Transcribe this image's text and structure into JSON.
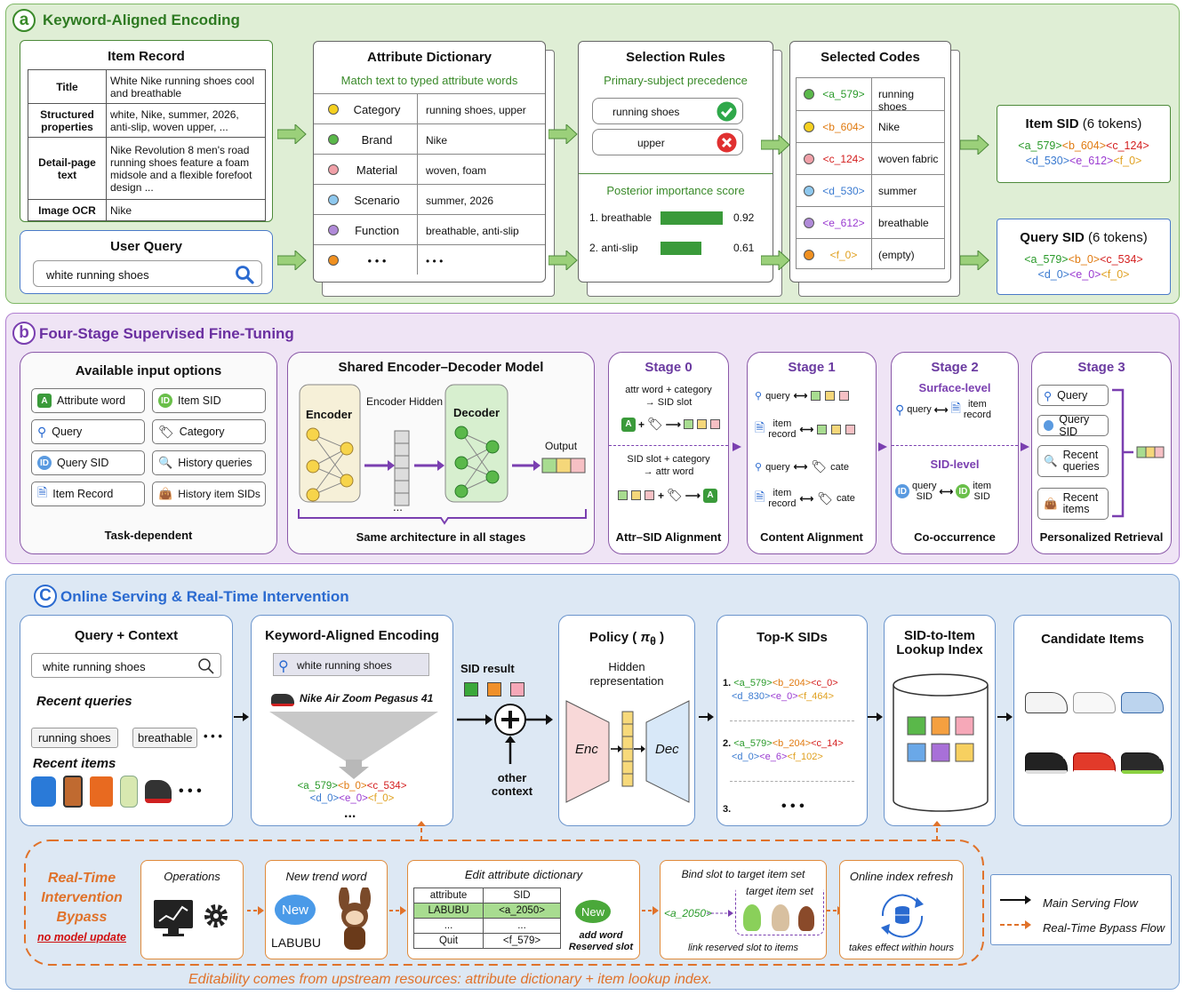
{
  "sec_a": {
    "letter": "a",
    "title": "Keyword-Aligned Encoding",
    "item_record": {
      "title": "Item Record",
      "rows": [
        {
          "k": "Title",
          "v": "White Nike running shoes cool and breathable"
        },
        {
          "k": "Structured properties",
          "v": "white, Nike, summer, 2026, anti-slip, woven upper, ..."
        },
        {
          "k": "Detail-page text",
          "v": "Nike Revolution 8 men's road running shoes feature a foam midsole and a flexible forefoot design ..."
        },
        {
          "k": "Image OCR",
          "v": "Nike"
        }
      ]
    },
    "user_query": {
      "title": "User Query",
      "text": "white running shoes"
    },
    "dict": {
      "title": "Attribute Dictionary",
      "subtitle": "Match text to typed attribute words",
      "rows": [
        {
          "k": "Category",
          "v": "running shoes, upper",
          "color": "#f5d020"
        },
        {
          "k": "Brand",
          "v": "Nike",
          "color": "#5ab84a"
        },
        {
          "k": "Material",
          "v": "woven, foam",
          "color": "#f0a0a8"
        },
        {
          "k": "Scenario",
          "v": "summer, 2026",
          "color": "#8ec8ee"
        },
        {
          "k": "Function",
          "v": "breathable, anti-slip",
          "color": "#b08ad8"
        },
        {
          "k": "• • •",
          "v": "• • •",
          "color": "#f09020"
        }
      ]
    },
    "rules": {
      "title": "Selection Rules",
      "subtitle": "Primary-subject precedence",
      "opt1": "running shoes",
      "opt2": "upper",
      "score_title": "Posterior importance score",
      "scores": [
        {
          "label": "1.  breathable",
          "value": 0.92,
          "text": "0.92"
        },
        {
          "label": "2.  anti-slip",
          "value": 0.61,
          "text": "0.61"
        }
      ]
    },
    "codes": {
      "title": "Selected Codes",
      "rows": [
        {
          "code": "<a_579>",
          "v": "running shoes",
          "color": "#5ab84a",
          "tc": "#2a9a2a"
        },
        {
          "code": "<b_604>",
          "v": "Nike",
          "color": "#f5d020",
          "tc": "#e07a10"
        },
        {
          "code": "<c_124>",
          "v": "woven fabric",
          "color": "#f0a0a8",
          "tc": "#d42020"
        },
        {
          "code": "<d_530>",
          "v": "summer",
          "color": "#8ec8ee",
          "tc": "#3a7ad0"
        },
        {
          "code": "<e_612>",
          "v": "breathable",
          "color": "#b08ad8",
          "tc": "#9a3ad0"
        },
        {
          "code": "<f_0>",
          "v": "(empty)",
          "color": "#f09020",
          "tc": "#e0a020"
        }
      ]
    },
    "item_sid": {
      "title": "Item SID",
      "count": "(6 tokens)",
      "l1": [
        "<a_579>",
        "<b_604>",
        "<c_124>"
      ],
      "l2": [
        "<d_530>",
        "<e_612>",
        "<f_0>"
      ]
    },
    "query_sid": {
      "title": "Query SID",
      "count": "(6 tokens)",
      "l1": [
        "<a_579>",
        "<b_0>",
        "<c_534>"
      ],
      "l2": [
        "<d_0>",
        "<e_0>",
        "<f_0>"
      ]
    }
  },
  "sec_b": {
    "letter": "b",
    "title": "Four-Stage Supervised Fine-Tuning",
    "inputs": {
      "title": "Available input options",
      "footer": "Task-dependent",
      "items": [
        "Attribute word",
        "Item SID",
        "Query",
        "Category",
        "Query SID",
        "History queries",
        "Item Record",
        "History item SIDs"
      ]
    },
    "model": {
      "title": "Shared Encoder–Decoder Model",
      "enc": "Encoder",
      "hidden": "Encoder Hidden",
      "dec": "Decoder",
      "output": "Output",
      "dots": "...",
      "footer": "Same architecture in all stages"
    },
    "s0": {
      "title": "Stage 0",
      "l1": "attr word + category",
      "l2": "→ SID slot",
      "l3": "SID slot + category",
      "l4": "→ attr word",
      "footer": "Attr–SID Alignment"
    },
    "s1": {
      "title": "Stage 1",
      "r1": "query",
      "r2a": "item",
      "r2b": "record",
      "r3": "query",
      "r3b": "cate",
      "r4a": "item",
      "r4b": "record",
      "r4c": "cate",
      "footer": "Content Alignment"
    },
    "s2": {
      "title": "Stage 2",
      "sub1": "Surface-level",
      "q": "query",
      "ir1": "item",
      "ir2": "record",
      "sub2": "SID-level",
      "qs1": "query",
      "qs2": "SID",
      "is1": "item",
      "is2": "SID",
      "footer": "Co-occurrence"
    },
    "s3": {
      "title": "Stage 3",
      "items": [
        "Query",
        "Query SID",
        "Recent queries",
        "Recent items"
      ],
      "footer": "Personalized Retrieval"
    }
  },
  "sec_c": {
    "letter": "C",
    "title": "Online Serving & Real-Time Intervention",
    "qc": {
      "title": "Query  +  Context",
      "search": "white running shoes",
      "rq": "Recent queries",
      "chips": [
        "running shoes",
        "breathable"
      ],
      "more": "• • •",
      "ri": "Recent items"
    },
    "kae": {
      "title": "Keyword-Aligned Encoding",
      "search": "white running shoes",
      "item": "Nike Air Zoom Pegasus 41",
      "l1": [
        "<a_579>",
        "<b_0>",
        "<c_534>"
      ],
      "l2": [
        "<d_0>",
        "<e_0>",
        "<f_0>"
      ],
      "dots": "..."
    },
    "sidres": "SID result",
    "other": "other context",
    "policy": {
      "title": "Policy (",
      "theta": "π",
      "sub": "θ",
      "close": ")",
      "hidden1": "Hidden",
      "hidden2": "representation",
      "enc": "Enc",
      "dec": "Dec"
    },
    "topk": {
      "title": "Top-K SIDs",
      "e1n": "1.",
      "e1a": [
        "<a_579>",
        "<b_204>",
        "<c_0>"
      ],
      "e1b": [
        "<d_830>",
        "<e_0>",
        "<f_464>"
      ],
      "e2n": "2.",
      "e2a": [
        "<a_579>",
        "<b_204>",
        "<c_14>"
      ],
      "e2b": [
        "<d_0>",
        "<e_6>",
        "<f_102>"
      ],
      "e3": "3.",
      "dots": "• • •"
    },
    "lookup": {
      "t1": "SID-to-Item",
      "t2": "Lookup Index"
    },
    "cand": {
      "title": "Candidate Items"
    },
    "bypass": {
      "t1": "Real-Time",
      "t2": "Intervention",
      "t3": "Bypass",
      "nomod": "no model update",
      "ops": "Operations",
      "trend": "New trend word",
      "new": "New",
      "labubu": "LABUBU",
      "edit": "Edit attribute dictionary",
      "th1": "attribute",
      "th2": "SID",
      "rows": [
        [
          "LABUBU",
          "<a_2050>"
        ],
        [
          "...",
          "..."
        ],
        [
          "Quit",
          "<f_579>"
        ]
      ],
      "new2": "New",
      "addword": "add word",
      "reserved": "Reserved slot",
      "bind": "Bind slot to target item set",
      "code": "<a_2050>",
      "target": "target item set",
      "link": "link reserved slot to items",
      "refresh": "Online index refresh",
      "hours": "takes effect within hours",
      "footer": "Editability comes from upstream resources: attribute dictionary + item lookup index."
    },
    "legend": {
      "main": "Main Serving Flow",
      "bypass": "Real-Time Bypass Flow"
    }
  }
}
